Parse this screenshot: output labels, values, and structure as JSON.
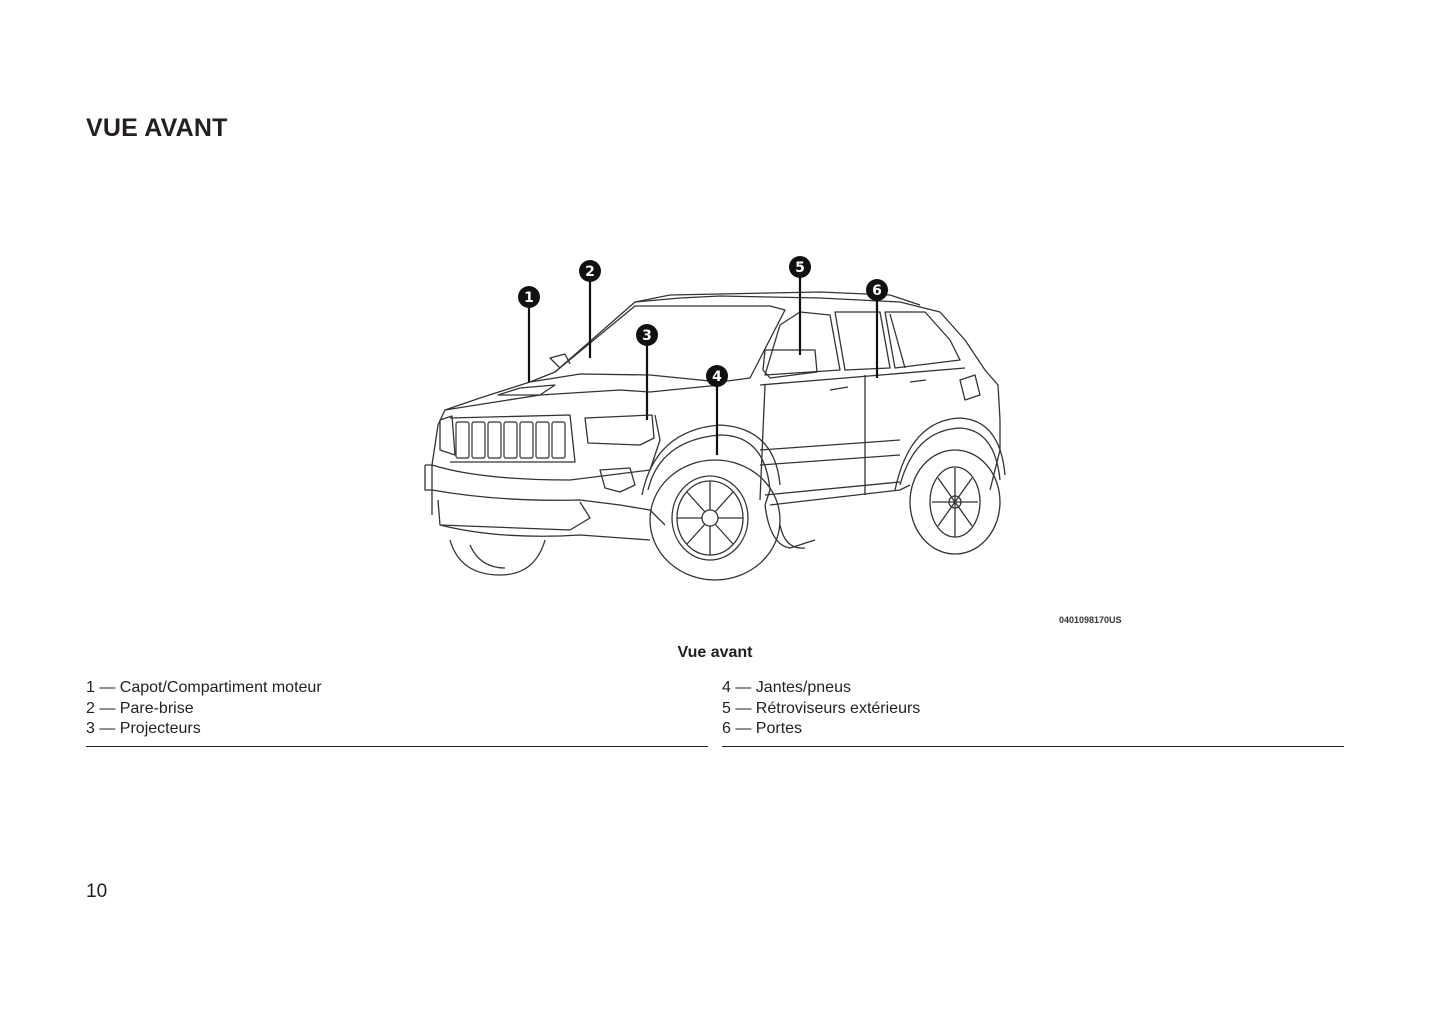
{
  "page": {
    "title": "VUE AVANT",
    "page_number": "10"
  },
  "figure": {
    "image_code": "0401098170US",
    "caption": "Vue avant",
    "callouts": [
      "1",
      "2",
      "3",
      "4",
      "5",
      "6"
    ]
  },
  "legend": {
    "left": [
      "1 — Capot/Compartiment moteur",
      "2 — Pare-brise",
      "3 — Projecteurs"
    ],
    "right": [
      "4 — Jantes/pneus",
      "5 — Rétroviseurs extérieurs",
      "6 — Portes"
    ]
  }
}
